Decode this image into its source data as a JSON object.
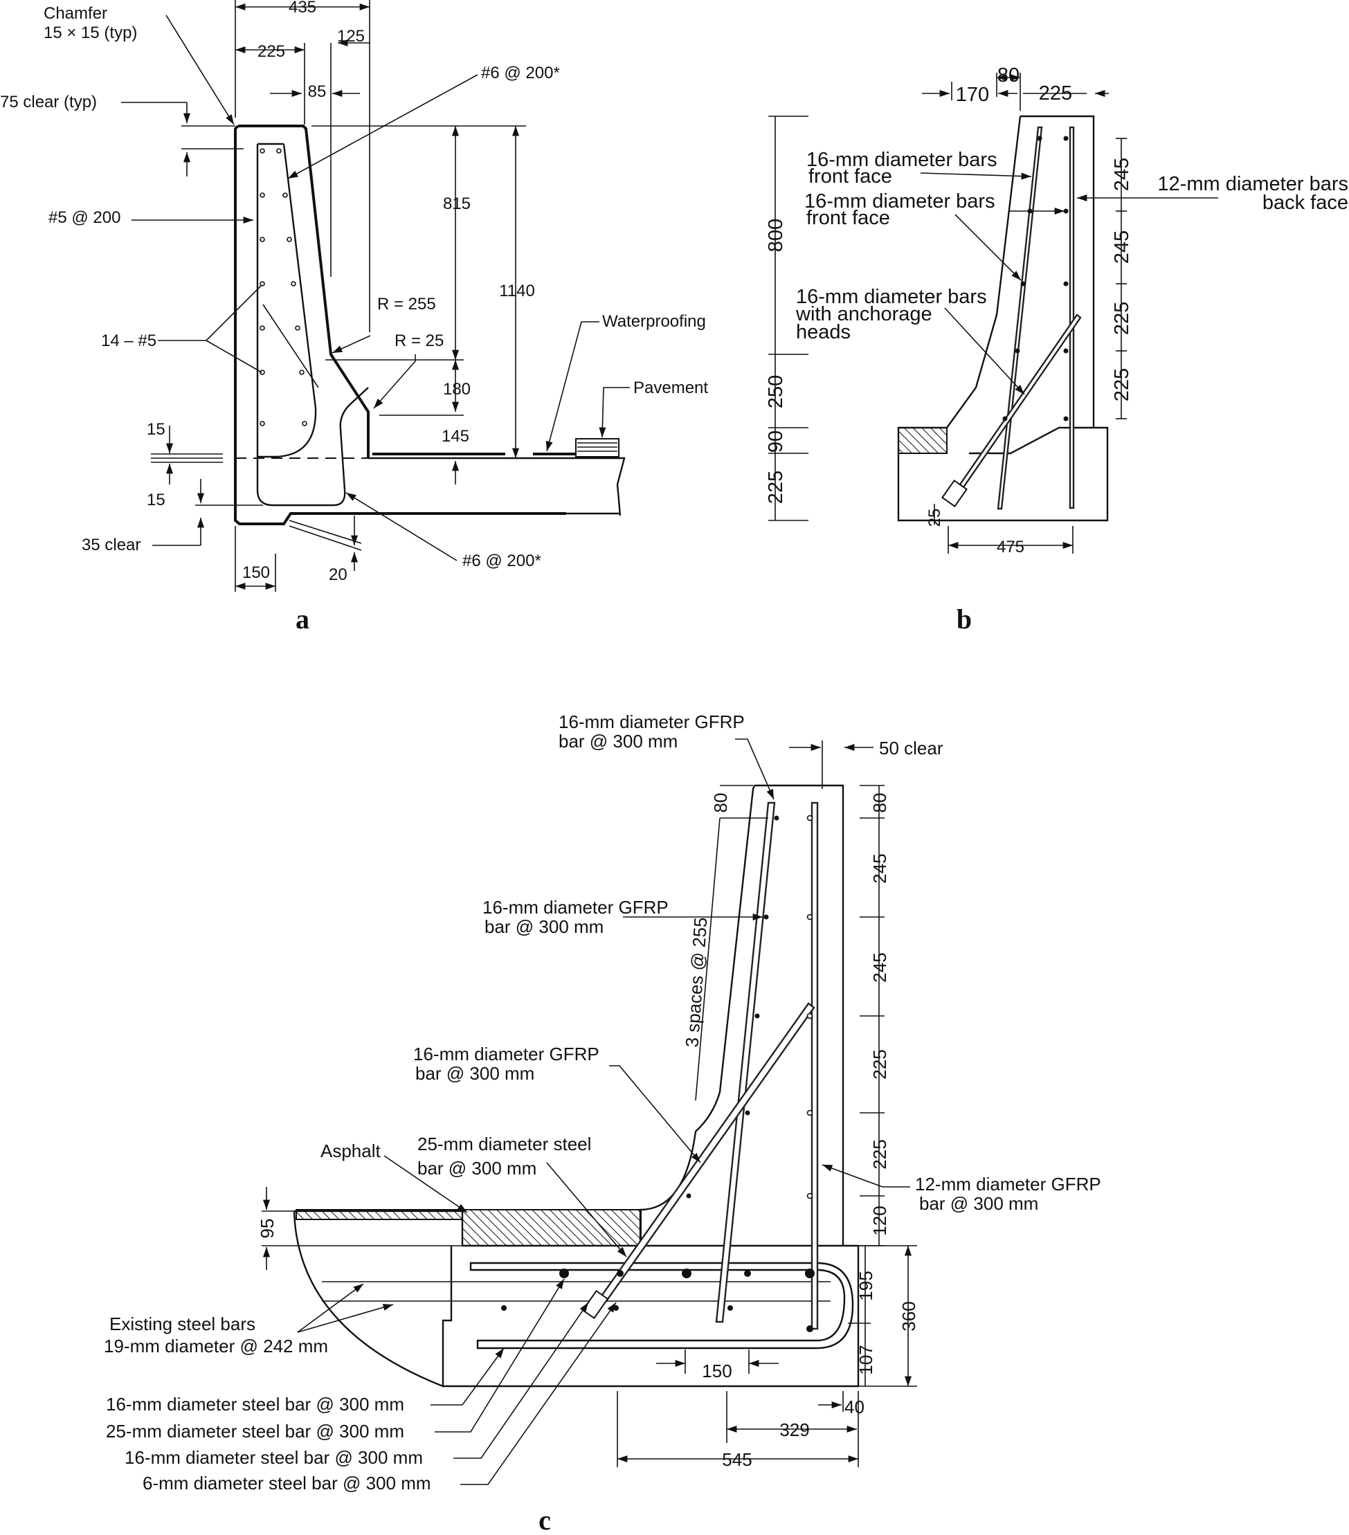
{
  "panel_a": {
    "label": "a",
    "dims": {
      "d435": "435",
      "d225": "225",
      "d125": "125",
      "d85": "85",
      "d815": "815",
      "d1140": "1140",
      "d180": "180",
      "d145": "145",
      "d15a": "15",
      "d15b": "15",
      "d150": "150",
      "d20": "20"
    },
    "notes": {
      "chamfer": "Chamfer",
      "chamfer_size": "15 × 15 (typ)",
      "clear75": "75 clear (typ)",
      "bar6_top": "#6 @ 200*",
      "bar5": "#5 @ 200",
      "bars14": "14 – #5",
      "r255": "R = 255",
      "r25": "R = 25",
      "waterproofing": "Waterproofing",
      "pavement": "Pavement",
      "clear35": "35 clear",
      "bar6_bottom": "#6 @ 200*"
    }
  },
  "panel_b": {
    "label": "b",
    "dims": {
      "d80": "80",
      "d170": "170",
      "d225top": "225",
      "d800": "800",
      "d250": "250",
      "d90": "90",
      "d225left": "225",
      "d245a": "245",
      "d245b": "245",
      "d225r1": "225",
      "d225r2": "225",
      "d25": "25",
      "d475": "475"
    },
    "notes": {
      "front1_l1": "16-mm diameter bars",
      "front1_l2": "front face",
      "front2_l1": "16-mm diameter bars",
      "front2_l2": "front face",
      "back_l1": "12-mm diameter bars",
      "back_l2": "back face",
      "anch_l1": "16-mm diameter bars",
      "anch_l2": "with anchorage",
      "anch_l3": "heads"
    }
  },
  "panel_c": {
    "label": "c",
    "dims": {
      "clear50": "50 clear",
      "d80top": "80",
      "d80left": "80",
      "spaces": "3 spaces @ 255",
      "d245a": "245",
      "d245b": "245",
      "d225a": "225",
      "d225b": "225",
      "d120": "120",
      "d95": "95",
      "d195": "195",
      "d360": "360",
      "d107": "107",
      "d40": "40",
      "d150": "150",
      "d329": "329",
      "d545": "545"
    },
    "notes": {
      "gfrp1_l1": "16-mm diameter GFRP",
      "gfrp1_l2": "bar @ 300 mm",
      "gfrp2_l1": "16-mm diameter GFRP",
      "gfrp2_l2": "bar @ 300 mm",
      "gfrp3_l1": "16-mm diameter GFRP",
      "gfrp3_l2": "bar @ 300 mm",
      "gfrp12_l1": "12-mm diameter GFRP",
      "gfrp12_l2": "bar @ 300 mm",
      "asphalt": "Asphalt",
      "steel25_l1": "25-mm diameter steel",
      "steel25_l2": "bar @ 300 mm",
      "existing_l1": "Existing steel bars",
      "existing_l2": "19-mm diameter @ 242 mm",
      "s16a": "16-mm diameter steel bar @ 300 mm",
      "s25": "25-mm diameter steel bar @ 300 mm",
      "s16b": "16-mm diameter steel bar @ 300 mm",
      "s6": "6-mm diameter steel bar @ 300 mm"
    }
  }
}
